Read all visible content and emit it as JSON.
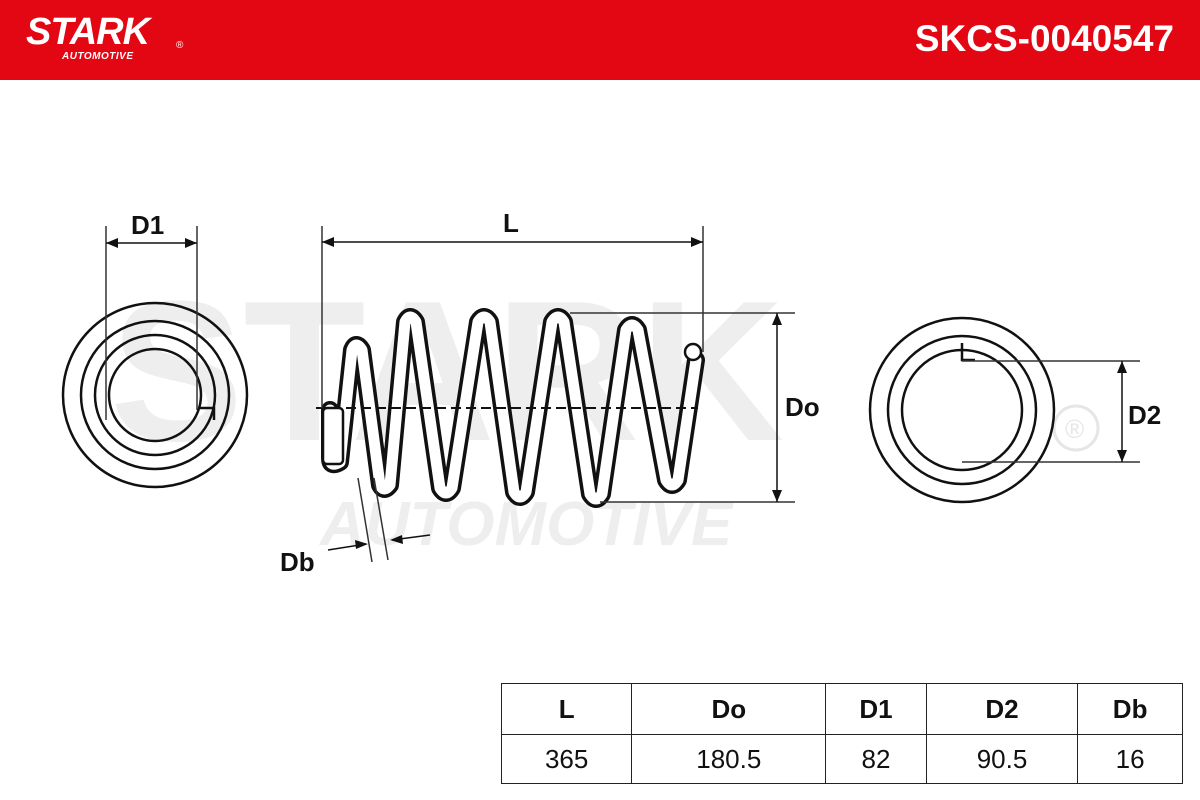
{
  "header": {
    "brand": "STARK",
    "brand_sub": "AUTOMOTIVE",
    "registered_mark": "®",
    "part_number": "SKCS-0040547",
    "background_color": "#e30613"
  },
  "watermark": {
    "brand": "STARK",
    "sub": "AUTOMOTIVE",
    "registered_mark": "®"
  },
  "diagram": {
    "labels": {
      "d1": "D1",
      "l": "L",
      "do": "Do",
      "d2": "D2",
      "db": "Db"
    }
  },
  "table": {
    "headers": [
      "L",
      "Do",
      "D1",
      "D2",
      "Db"
    ],
    "values": [
      "365",
      "180.5",
      "82",
      "90.5",
      "16"
    ]
  }
}
